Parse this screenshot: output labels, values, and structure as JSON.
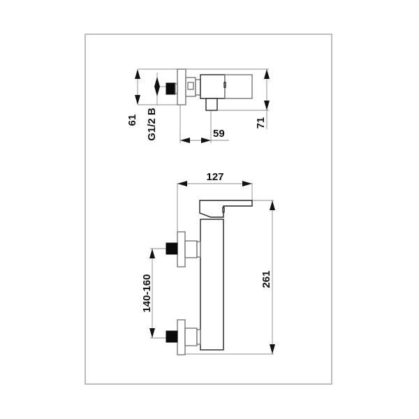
{
  "drawing": {
    "title": "Shower mixer technical drawing",
    "colors": {
      "frame": "#a9a9a9",
      "outline": "#222222",
      "dimension": "#8c8c8c",
      "text": "#111111",
      "nut": "#0a0a0a"
    },
    "top_view": {
      "dimensions": {
        "height_left": "61",
        "thread": "G1/2 B",
        "depth": "59",
        "height_right": "71"
      }
    },
    "front_view": {
      "dimensions": {
        "width": "127",
        "height": "261",
        "center_distance": "140-160"
      }
    }
  }
}
